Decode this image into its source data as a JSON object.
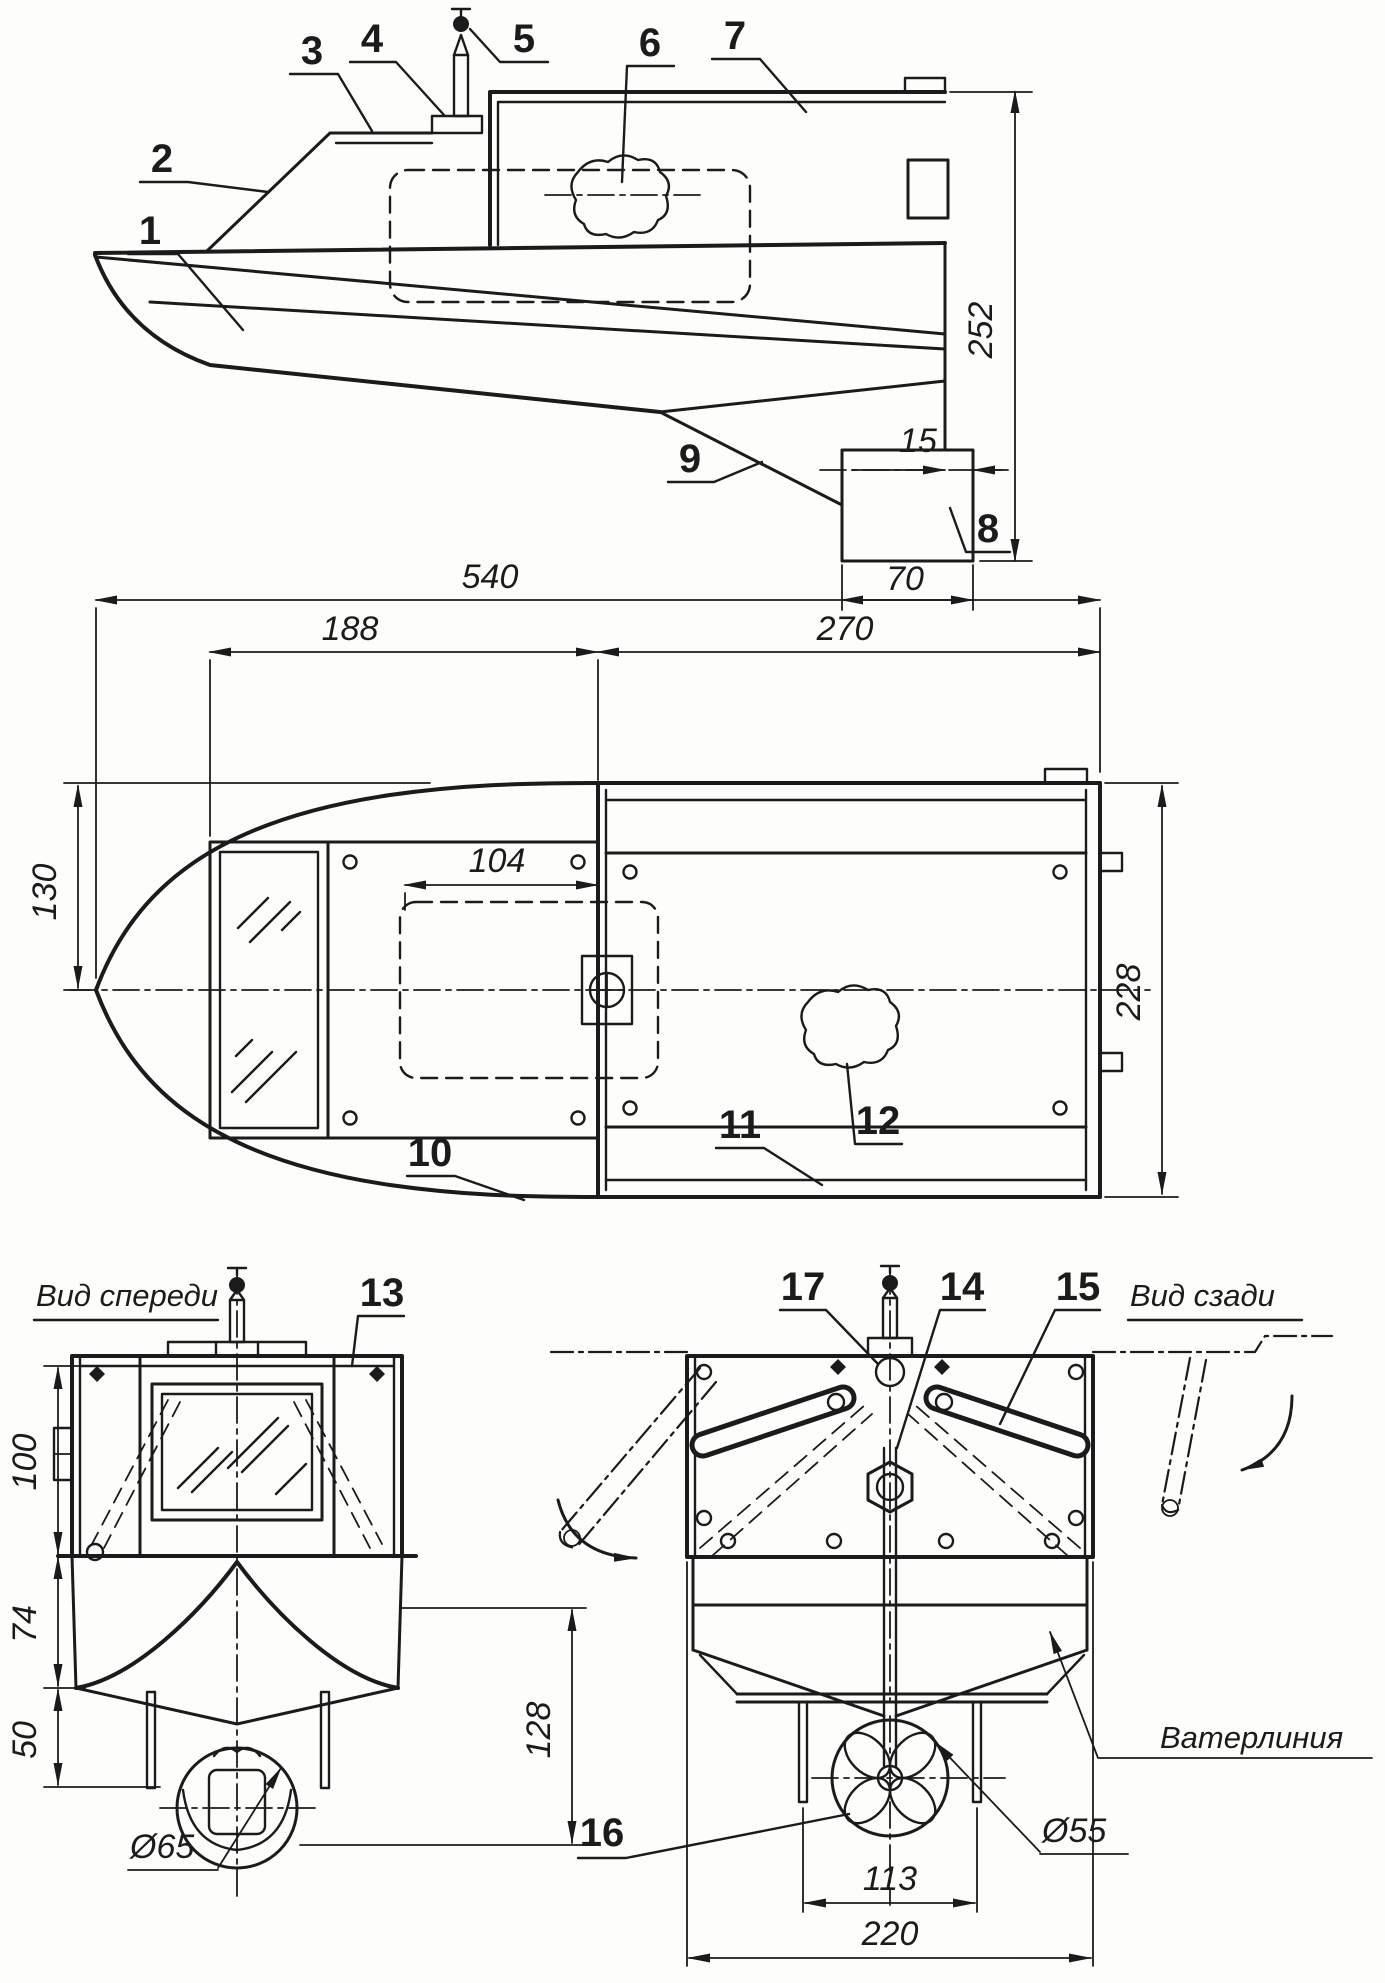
{
  "colors": {
    "paper": "#fdfdfb",
    "ink": "#1b1b1b"
  },
  "side": {
    "c1": "1",
    "c2": "2",
    "c3": "3",
    "c4": "4",
    "c5": "5",
    "c6": "6",
    "c7": "7",
    "c8": "8",
    "c9": "9",
    "dim_height": "252",
    "dim_offset": "15",
    "dim_motor": "70"
  },
  "plan": {
    "c10": "10",
    "c11": "11",
    "c12": "12",
    "dim_total": "540",
    "dim_fore": "188",
    "dim_aft": "270",
    "dim_hatch": "104",
    "dim_halfbeam": "130",
    "dim_beam": "228"
  },
  "front": {
    "title": "Вид спереди",
    "c13": "13",
    "dim_cabin": "100",
    "dim_side": "74",
    "dim_skeg": "50",
    "dim_lower": "128",
    "dim_ring": "Ø65"
  },
  "rear": {
    "title": "Вид сзади",
    "c14": "14",
    "c15": "15",
    "c16": "16",
    "c17": "17",
    "dim_prop": "Ø55",
    "dim_fins": "113",
    "dim_transom": "220",
    "waterline": "Ватерлиния"
  }
}
